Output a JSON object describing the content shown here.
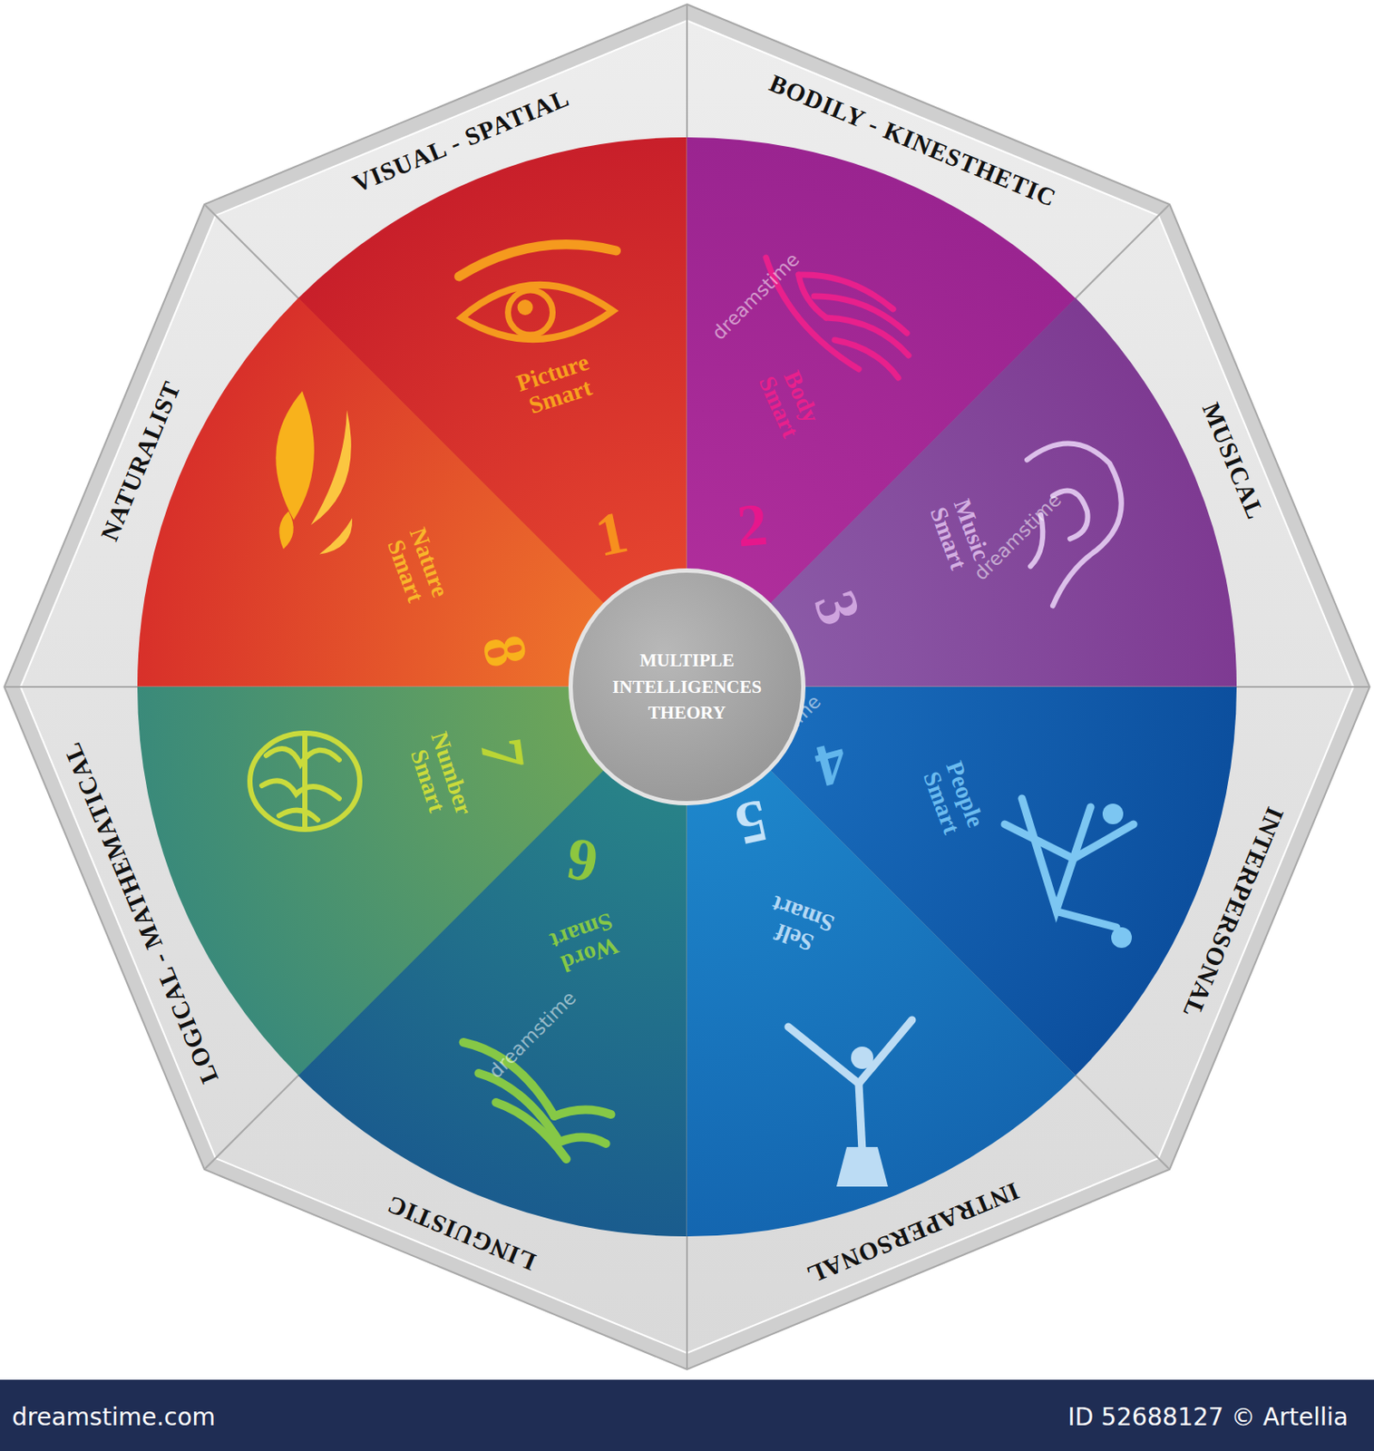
{
  "diagram": {
    "nodes": [
      {
        "text": [
          "MULTIPLE INTELLIGENCES THEORY"
        ]
      },
      {
        "text": [
          "VISUAL - SPATIAL"
        ]
      },
      {
        "text": [
          "BODILY - KINESTHETIC"
        ]
      },
      {
        "text": [
          "MUSICAL"
        ]
      },
      {
        "text": [
          "INTERPERSONAL"
        ]
      },
      {
        "text": [
          "INTRAPERSONAL"
        ]
      },
      {
        "text": [
          "LINGUISTIC"
        ]
      },
      {
        "text": [
          "LOGICAL - MATHEMATICAL"
        ]
      },
      {
        "text": [
          "NATURALIST"
        ]
      },
      {
        "text": [
          "Picture Smart",
          "1"
        ]
      },
      {
        "text": [
          "Body Smart",
          "2"
        ]
      },
      {
        "text": [
          "Music Smart",
          "3"
        ]
      },
      {
        "text": [
          "People Smart",
          "4"
        ]
      },
      {
        "text": [
          "Self Smart",
          "5"
        ]
      },
      {
        "text": [
          "Word Smart",
          "6"
        ]
      },
      {
        "text": [
          "Number Smart",
          "7"
        ]
      },
      {
        "text": [
          "Nature Smart",
          "8"
        ]
      }
    ],
    "labels": [
      "dreamstime",
      "dreamstime",
      "dreamstime",
      "dreamstime",
      "dreamstime.com",
      "ID 52688127 © Artellia"
    ]
  }
}
